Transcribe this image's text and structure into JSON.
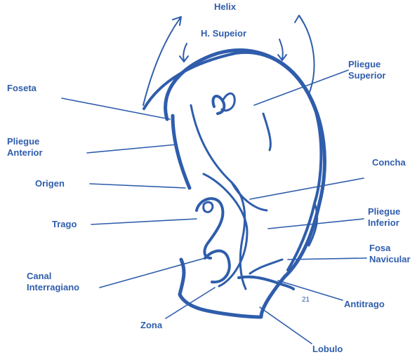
{
  "colors": {
    "ink": "#2f5dac",
    "background": "#ffffff"
  },
  "labels": {
    "helix": "Helix",
    "h_superior": "H. Supeior",
    "foseta": "Foseta",
    "pliegue_superior": "Pliegue\nSuperior",
    "pliegue_anterior": "Pliegue\nAnterior",
    "concha": "Concha",
    "origen": "Origen",
    "trago": "Trago",
    "pliegue_inferior": "Pliegue\nInferior",
    "fosa_navicular": "Fosa\nNavicular",
    "canal_interragiano": "Canal\nInterragiano",
    "antitrago": "Antitrago",
    "zona": "Zona",
    "lobulo": "Lobulo",
    "mark_21": "21"
  }
}
